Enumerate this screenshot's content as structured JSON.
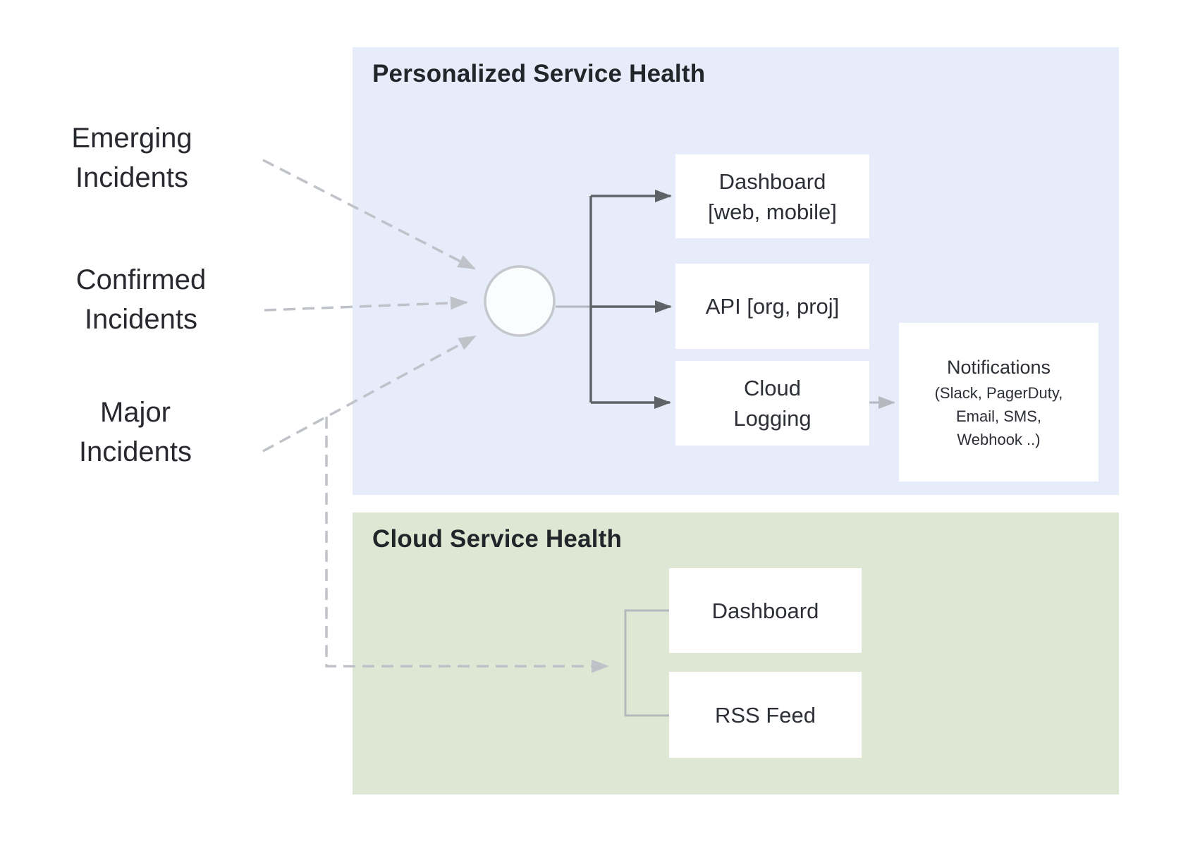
{
  "left_labels": [
    {
      "id": "emerging",
      "lines": [
        "Emerging",
        "Incidents"
      ]
    },
    {
      "id": "confirmed",
      "lines": [
        "Confirmed",
        "Incidents"
      ]
    },
    {
      "id": "major",
      "lines": [
        "Major",
        "Incidents"
      ]
    }
  ],
  "blue_panel": {
    "title": "Personalized Service Health",
    "boxes": {
      "dashboard": {
        "lines": [
          "Dashboard",
          "[web, mobile]"
        ]
      },
      "api": {
        "lines": [
          "API [org, proj]"
        ]
      },
      "cloud_logging": {
        "lines": [
          "Cloud",
          "Logging"
        ]
      },
      "notifications": {
        "title": "Notifications",
        "sub_lines": [
          "(Slack, PagerDuty,",
          "Email, SMS,",
          "Webhook ..)"
        ]
      }
    }
  },
  "green_panel": {
    "title": "Cloud Service Health",
    "boxes": {
      "dashboard": {
        "label": "Dashboard"
      },
      "rss": {
        "label": "RSS Feed"
      }
    }
  },
  "colors": {
    "blue_panel_bg": "#e7ecfa",
    "green_panel_bg": "#dde7d3",
    "node_box_bg": "#ffffff",
    "dark_arrow": "#5f6368",
    "light_connector": "#b5b8be",
    "dashed_line": "#bfc2c8",
    "circle_fill": "#fbfcfd",
    "circle_stroke": "#c4c7cc",
    "title_text": "#222529",
    "body_text": "#2c2f35"
  }
}
